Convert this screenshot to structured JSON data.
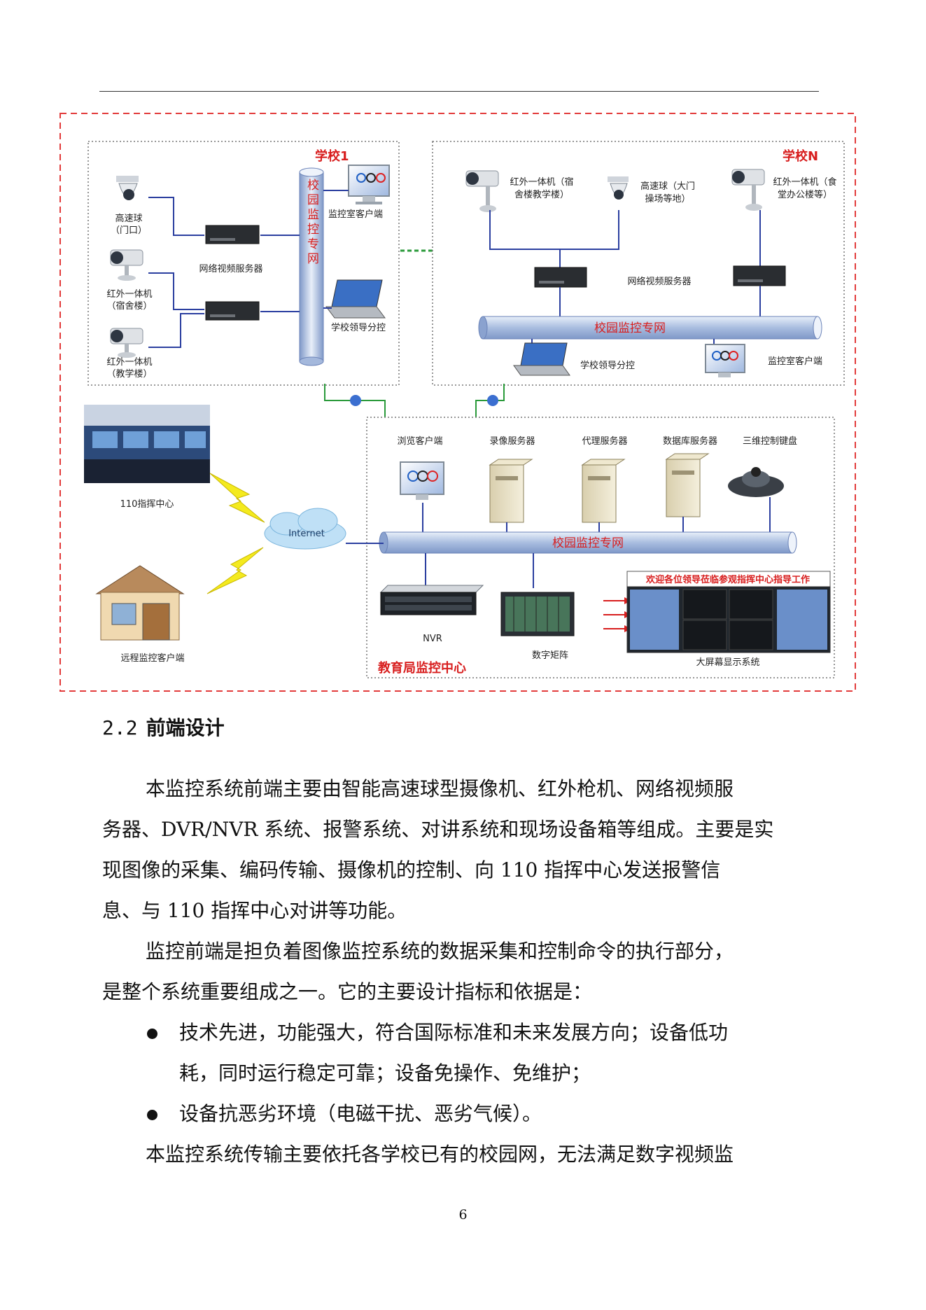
{
  "diagram": {
    "school1": {
      "title": "学校1",
      "speed_dome": "高速球",
      "speed_dome_loc": "（门口）",
      "ir_cam_1": "红外一体机",
      "ir_cam_1_loc": "（宿舍楼）",
      "ir_cam_2": "红外一体机",
      "ir_cam_2_loc": "（教学楼）",
      "video_server": "网络视频服务器",
      "network": "校园监控专网",
      "client": "监控室客户端",
      "leader": "学校领导分控"
    },
    "schoolN": {
      "title": "学校N",
      "ir_cam_a_1": "红外一体机（宿",
      "ir_cam_a_2": "舍楼教学楼）",
      "dome_1": "高速球（大门",
      "dome_2": "操场等地）",
      "ir_cam_b_1": "红外一体机（食",
      "ir_cam_b_2": "堂办公楼等）",
      "video_server": "网络视频服务器",
      "network": "校园监控专网",
      "leader": "学校领导分控",
      "client": "监控室客户端"
    },
    "center": {
      "title": "教育局监控中心",
      "browse_client": "浏览客户端",
      "record_server": "录像服务器",
      "proxy_server": "代理服务器",
      "db_server": "数据库服务器",
      "keyboard": "三维控制键盘",
      "network": "校园监控专网",
      "nvr": "NVR",
      "matrix": "数字矩阵",
      "display": "大屏幕显示系统",
      "banner": "欢迎各位领导莅临参观指挥中心指导工作"
    },
    "command_center": "110指挥中心",
    "internet": "Internet",
    "remote_client": "远程监控客户端",
    "colors": {
      "border_red": "#e23b3b",
      "title_red": "#d81e1e",
      "line_blue": "#2b3fa0",
      "pipe_blue": "#b7c8e6",
      "bolt_yellow": "#f4ea1e",
      "link_green": "#2a9a3a"
    }
  },
  "section": {
    "number": "2.2",
    "title": "前端设计"
  },
  "paragraphs": [
    [
      "本监控系统前端主要由智能高速球型摄像机、红外枪机、网络视频服",
      "务器、DVR/NVR 系统、报警系统、对讲系统和现场设备箱等组成。主要是实",
      "现图像的采集、编码传输、摄像机的控制、向 110 指挥中心发送报警信",
      "息、与 110 指挥中心对讲等功能。"
    ],
    [
      "监控前端是担负着图像监控系统的数据采集和控制命令的执行部分，",
      "是整个系统重要组成之一。它的主要设计指标和依据是："
    ]
  ],
  "bullets": [
    [
      "技术先进，功能强大，符合国际标准和未来发展方向；设备低功",
      "耗，同时运行稳定可靠；设备免操作、免维护；"
    ],
    [
      "设备抗恶劣环境（电磁干扰、恶劣气候）。"
    ]
  ],
  "last_paragraph": "本监控系统传输主要依托各学校已有的校园网，无法满足数字视频监",
  "page_number": "6"
}
